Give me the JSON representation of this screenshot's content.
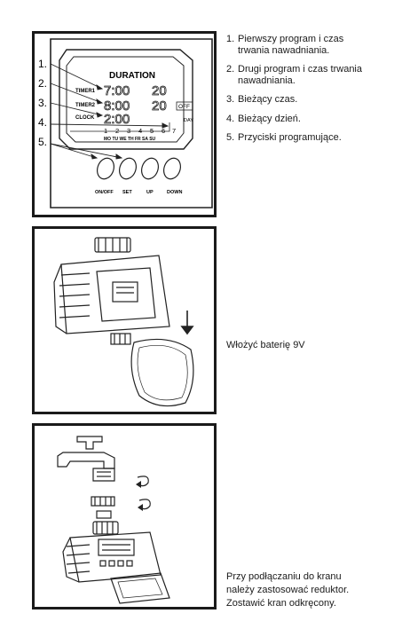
{
  "panel1": {
    "callouts": [
      "1.",
      "2.",
      "3.",
      "4.",
      "5."
    ],
    "display": {
      "title": "DURATION",
      "timer1_label": "TIMER1",
      "timer2_label": "TIMER2",
      "clock_label": "CLOCK",
      "timer1_time": "7:00",
      "timer1_duration": "20",
      "timer2_time": "8:00",
      "timer2_duration": "20",
      "timer2_flag": "OFF",
      "clock_time": "2:00",
      "day_numbers": [
        "1",
        "2",
        "3",
        "4",
        "5",
        "6",
        "7"
      ],
      "day_label": "DAY",
      "weekdays": "MO TU WE TH FR SA SU"
    },
    "buttons": [
      "ON/OFF",
      "SET",
      "UP",
      "DOWN"
    ]
  },
  "legend": [
    {
      "num": "1.",
      "line1": "Pierwszy program i czas",
      "line2": "trwania nawadniania."
    },
    {
      "num": "2.",
      "line1": "Drugi program i czas trwania",
      "line2": "nawadniania."
    },
    {
      "num": "3.",
      "line1": "Bieżący czas.",
      "line2": ""
    },
    {
      "num": "4.",
      "line1": "Bieżący dzień.",
      "line2": ""
    },
    {
      "num": "5.",
      "line1": "Przyciski programujące.",
      "line2": ""
    }
  ],
  "panel2": {
    "caption": "Włożyć baterię 9V"
  },
  "panel3": {
    "caption_lines": [
      "Przy podłączaniu do kranu",
      "należy zastosować reduktor.",
      "Zostawić kran odkręcony."
    ]
  }
}
